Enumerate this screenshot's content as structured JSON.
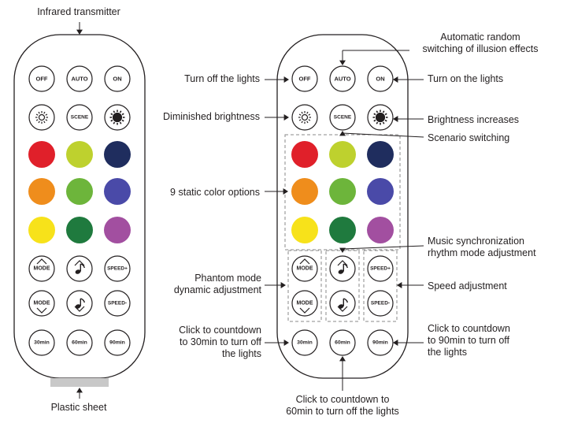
{
  "left_remote": {
    "infrared_label": "Infrared transmitter",
    "plastic_label": "Plastic sheet"
  },
  "buttons": {
    "off": "OFF",
    "auto": "AUTO",
    "on": "ON",
    "scene": "SCENE",
    "mode": "MODE",
    "speed_plus": "SPEED+",
    "speed_minus": "SPEED-",
    "t30": "30min",
    "t60": "60min",
    "t90": "90min"
  },
  "colors": [
    "#e0202a",
    "#bed12e",
    "#1f2d5e",
    "#ef8d1c",
    "#6db53b",
    "#4a4aa8",
    "#f7e21a",
    "#1f7a3e",
    "#a24fa0"
  ],
  "outline_color": "#231f20",
  "annotations": {
    "auto": "Automatic random\nswitching of illusion effects",
    "off": "Turn off the lights",
    "on": "Turn on the lights",
    "dim": "Diminished brightness",
    "bright": "Brightness increases",
    "scene": "Scenario switching",
    "colors": "9 static color options",
    "music": "Music synchronization\nrhythm mode adjustment",
    "phantom": "Phantom mode\ndynamic adjustment",
    "speed": "Speed adjustment",
    "t30": "Click to countdown\nto 30min to turn off\nthe lights",
    "t90": "Click to countdown\nto 90min to turn off\nthe lights",
    "t60": "Click to countdown to\n60min to turn off the lights"
  }
}
